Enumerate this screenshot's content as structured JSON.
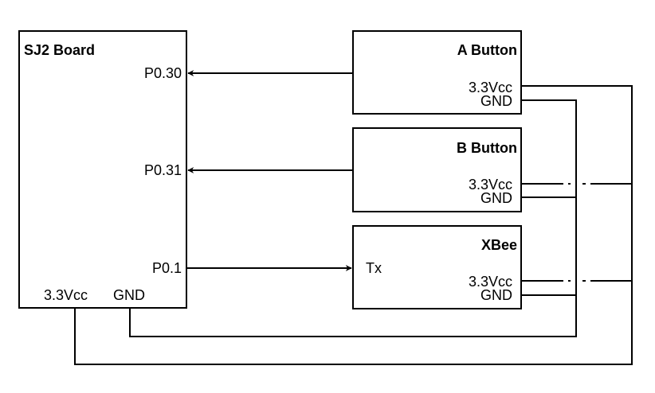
{
  "blocks": {
    "sj2": {
      "title": "SJ2 Board",
      "p030": "P0.30",
      "p031": "P0.31",
      "p01": "P0.1",
      "vcc": "3.3Vcc",
      "gnd": "GND"
    },
    "a_button": {
      "title": "A Button",
      "vcc": "3.3Vcc",
      "gnd": "GND"
    },
    "b_button": {
      "title": "B Button",
      "vcc": "3.3Vcc",
      "gnd": "GND"
    },
    "xbee": {
      "title": "XBee",
      "tx": "Tx",
      "vcc": "3.3Vcc",
      "gnd": "GND"
    }
  },
  "colors": {
    "line": "#000000",
    "background": "#ffffff"
  }
}
